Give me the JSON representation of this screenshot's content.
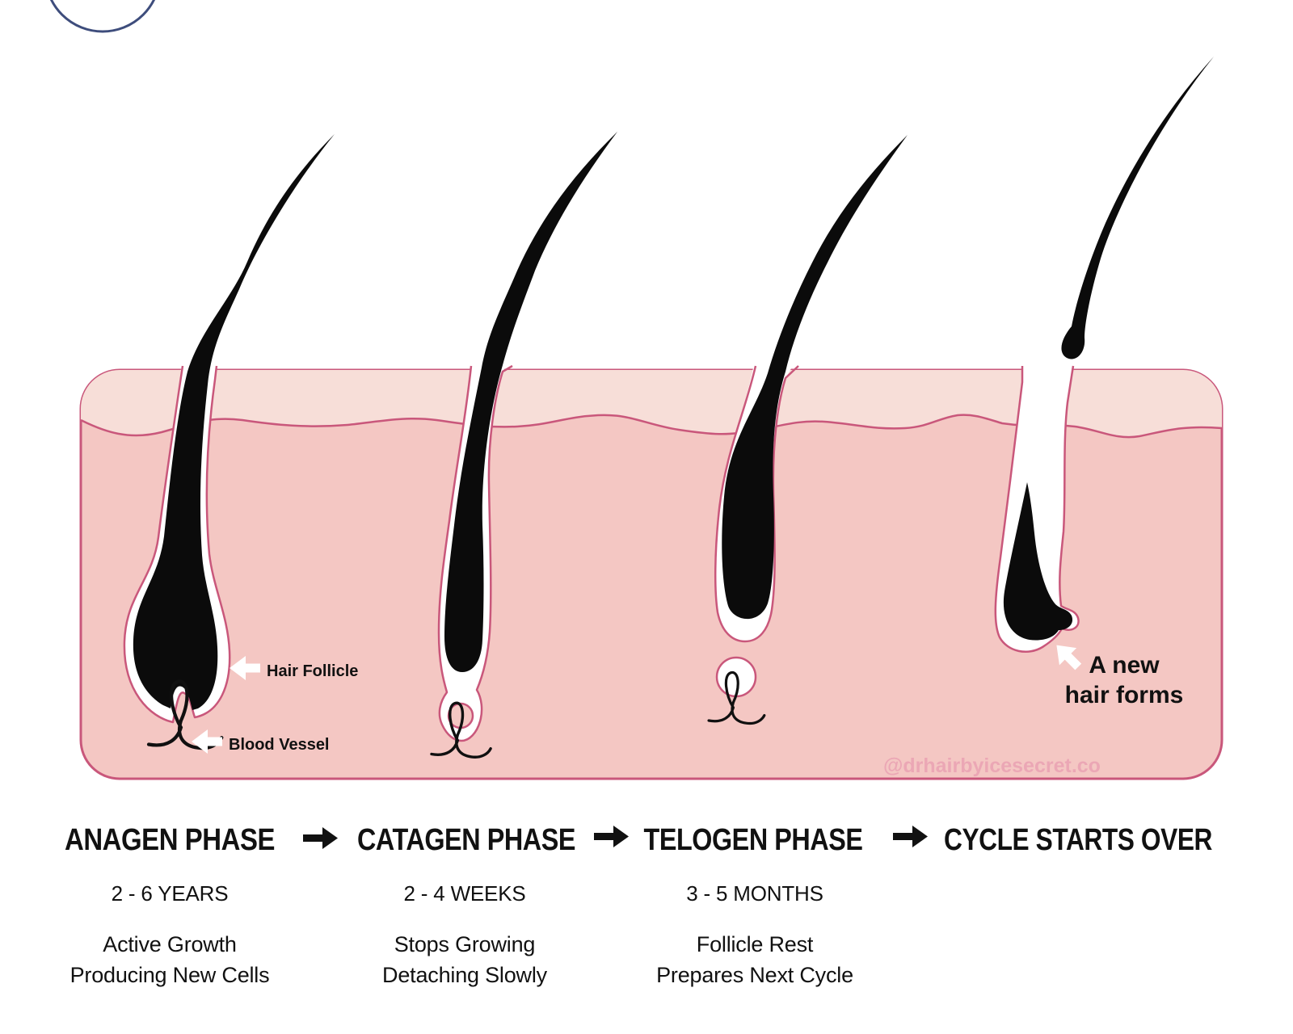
{
  "diagram": {
    "watermark": "@drhairbyicesecret.co",
    "callouts": {
      "hair_follicle": "Hair Follicle",
      "blood_vessel": "Blood Vessel",
      "new_hair_line1": "A new",
      "new_hair_line2": "hair forms"
    }
  },
  "phases": [
    {
      "title": "ANAGEN PHASE",
      "duration": "2 - 6 YEARS",
      "description_line1": "Active Growth",
      "description_line2": "Producing New Cells"
    },
    {
      "title": "CATAGEN PHASE",
      "duration": "2 - 4 WEEKS",
      "description_line1": "Stops Growing",
      "description_line2": "Detaching Slowly"
    },
    {
      "title": "TELOGEN PHASE",
      "duration": "3 - 5 MONTHS",
      "description_line1": "Follicle Rest",
      "description_line2": "Prepares Next Cycle"
    },
    {
      "title": "CYCLE STARTS OVER"
    }
  ],
  "colors": {
    "dermis": "#f4c7c3",
    "epidermis": "#f7ded8",
    "outline_rose": "#c9577b",
    "hair_black": "#0b0b0b",
    "watermark_pink": "#eba4b4",
    "logo_navy": "#3e4d7c",
    "text_black": "#111111"
  }
}
